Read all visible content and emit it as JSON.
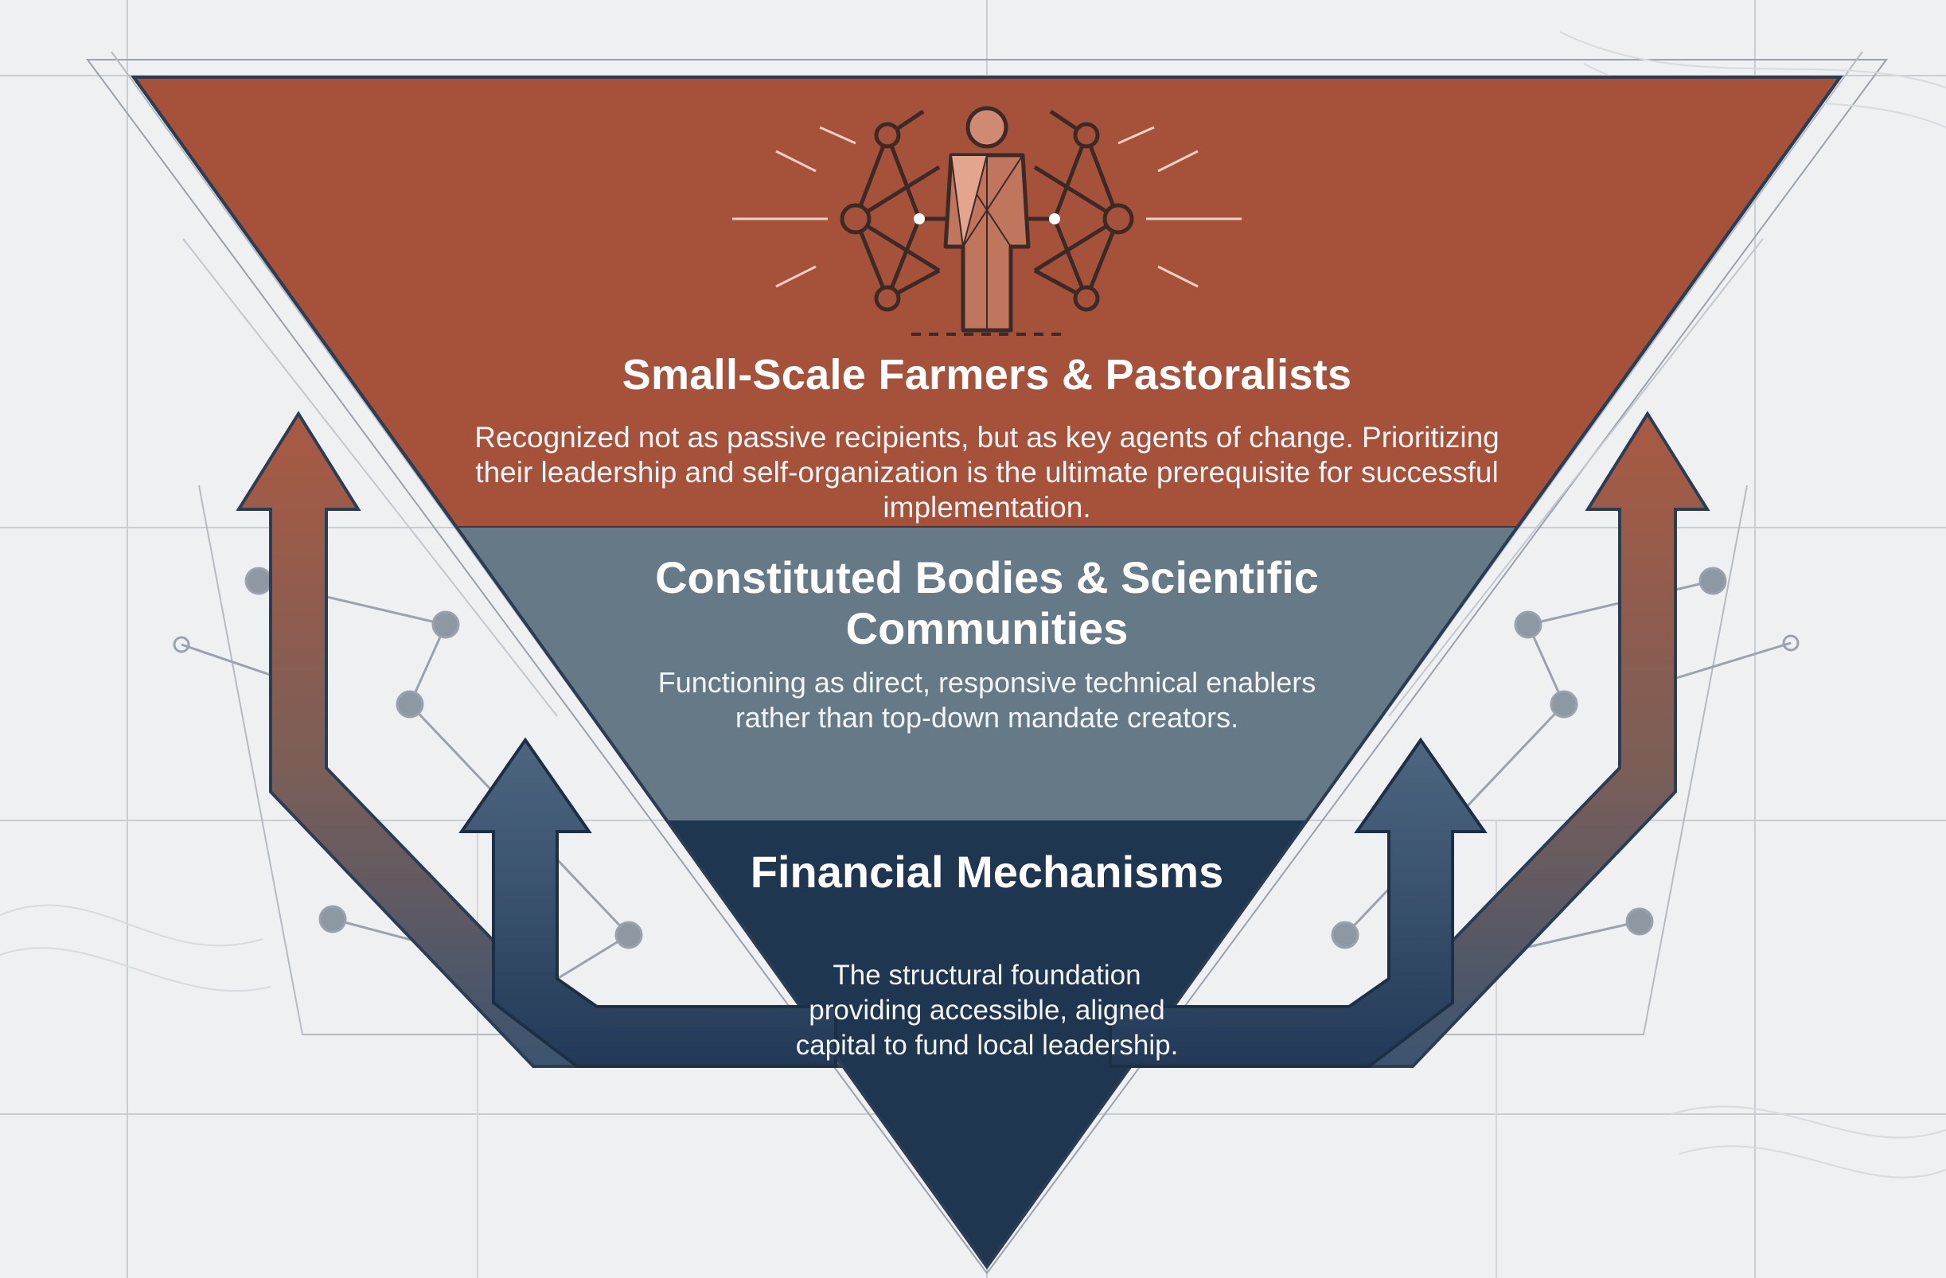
{
  "diagram": {
    "colors": {
      "background": "#eef0f2",
      "tier_top": "#a6523a",
      "tier_middle": "#657986",
      "tier_bottom": "#1f3651",
      "arrow_outer": "#a95a42",
      "arrow_inner": "#3c5673",
      "gridline": "#c9ced4"
    },
    "icon": "person-network-icon",
    "tiers": [
      {
        "title": "Small-Scale Farmers & Pastoralists",
        "description": "Recognized not as passive recipients, but as key agents of change. Prioritizing their leadership and self-organization is the ultimate prerequisite for successful implementation."
      },
      {
        "title": "Constituted Bodies & Scientific Communities",
        "description": "Functioning as direct, responsive technical enablers rather than top-down mandate creators."
      },
      {
        "title": "Financial Mechanisms",
        "description": "The structural foundation providing accessible, aligned capital to fund local leadership."
      }
    ]
  }
}
